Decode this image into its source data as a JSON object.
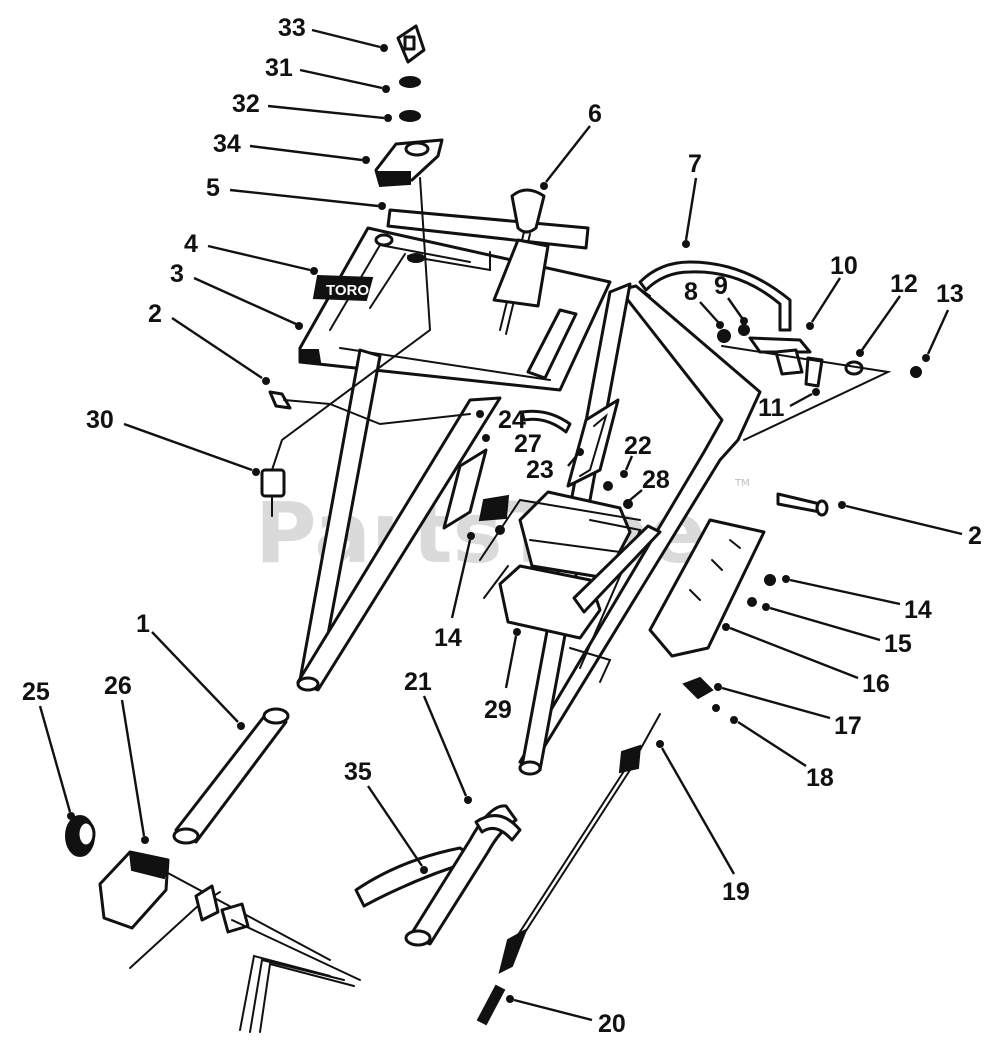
{
  "watermark": {
    "text": "PartsTree",
    "tm": "TM"
  },
  "brand_plate_text": "TORO",
  "callouts": [
    {
      "id": "c33",
      "label": "33"
    },
    {
      "id": "c31",
      "label": "31"
    },
    {
      "id": "c32",
      "label": "32"
    },
    {
      "id": "c34",
      "label": "34"
    },
    {
      "id": "c5",
      "label": "5"
    },
    {
      "id": "c4",
      "label": "4"
    },
    {
      "id": "c3",
      "label": "3"
    },
    {
      "id": "c2a",
      "label": "2"
    },
    {
      "id": "c30",
      "label": "30"
    },
    {
      "id": "c6",
      "label": "6"
    },
    {
      "id": "c7",
      "label": "7"
    },
    {
      "id": "c10",
      "label": "10"
    },
    {
      "id": "c8",
      "label": "8"
    },
    {
      "id": "c9",
      "label": "9"
    },
    {
      "id": "c12",
      "label": "12"
    },
    {
      "id": "c13",
      "label": "13"
    },
    {
      "id": "c11",
      "label": "11"
    },
    {
      "id": "c24",
      "label": "24"
    },
    {
      "id": "c27",
      "label": "27"
    },
    {
      "id": "c22",
      "label": "22"
    },
    {
      "id": "c23",
      "label": "23"
    },
    {
      "id": "c28",
      "label": "28"
    },
    {
      "id": "c2b",
      "label": "2"
    },
    {
      "id": "c14a",
      "label": "14"
    },
    {
      "id": "c14b",
      "label": "14"
    },
    {
      "id": "c15",
      "label": "15"
    },
    {
      "id": "c16",
      "label": "16"
    },
    {
      "id": "c17",
      "label": "17"
    },
    {
      "id": "c18",
      "label": "18"
    },
    {
      "id": "c19",
      "label": "19"
    },
    {
      "id": "c1",
      "label": "1"
    },
    {
      "id": "c25",
      "label": "25"
    },
    {
      "id": "c26",
      "label": "26"
    },
    {
      "id": "c21",
      "label": "21"
    },
    {
      "id": "c35",
      "label": "35"
    },
    {
      "id": "c29",
      "label": "29"
    },
    {
      "id": "c20",
      "label": "20"
    }
  ]
}
